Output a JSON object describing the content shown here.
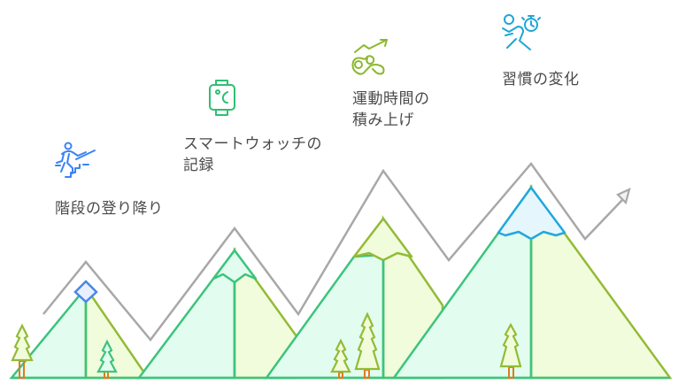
{
  "diagram": {
    "title": "",
    "type": "mountain-progress",
    "steps": [
      {
        "id": "stairs",
        "label": "階段の登り降り",
        "icon": "stairs-climbing-person-icon",
        "color": "#3b82f6"
      },
      {
        "id": "smartwatch",
        "label": "スマートウォッチの\n記録",
        "icon": "smartwatch-icon",
        "color": "#2fbf71"
      },
      {
        "id": "exercise",
        "label": "運動時間の\n積み上げ",
        "icon": "exercise-trend-icon",
        "color": "#8cb82e"
      },
      {
        "id": "habit",
        "label": "習慣の変化",
        "icon": "runner-stopwatch-icon",
        "color": "#1ea7d6"
      }
    ],
    "colors": {
      "trend_line": "#a8a8a8",
      "green_stroke": "#3cc47c",
      "green_fill": "#e2fcef",
      "lime_stroke": "#93bb35",
      "lime_fill": "#f1fcdc",
      "peak_blue": "#4a86e8",
      "peak_blue_fill": "#e8f0fe",
      "snow_cyan": "#22a7dc",
      "snow_cyan_fill": "#e5f7fd",
      "trunk": "#e07b1f"
    }
  }
}
